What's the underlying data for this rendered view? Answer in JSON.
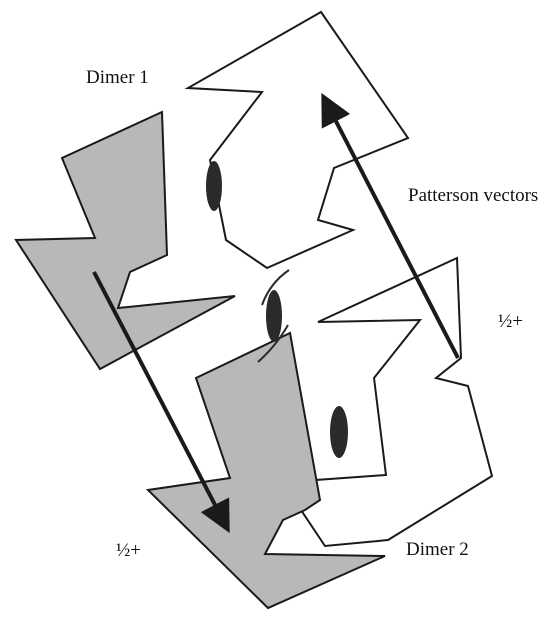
{
  "labels": {
    "dimer1": "Dimer 1",
    "dimer2": "Dimer 2",
    "patterson": "Patterson vectors",
    "half_right": "½+",
    "half_left": "½+"
  },
  "colors": {
    "shaded_monomer": "#b8b8b8",
    "open_monomer": "#ffffff",
    "outline": "#1a1a1a",
    "axis_marker": "#2a2a2a"
  }
}
